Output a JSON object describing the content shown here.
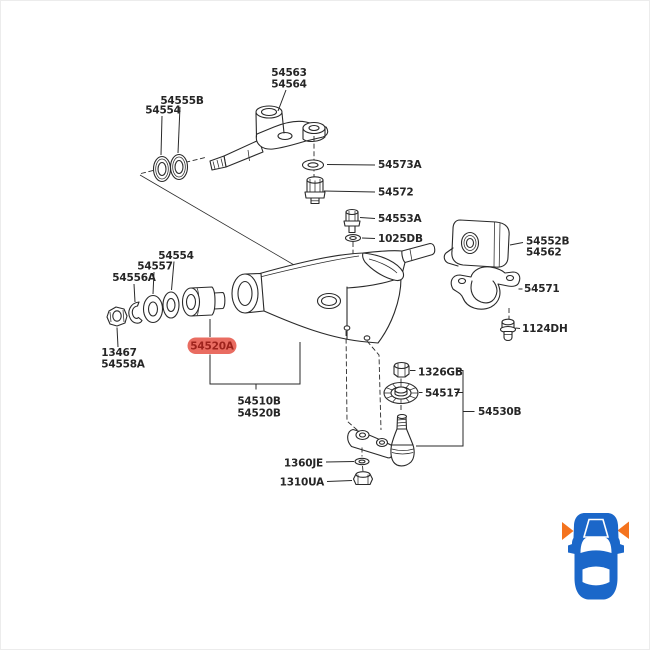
{
  "diagram": {
    "type": "exploded-parts-diagram",
    "subject": "front suspension lower control arm",
    "highlighted_part": "54520A",
    "colors": {
      "line": "#2a2a2a",
      "background": "#ffffff",
      "highlight_fill": "#e96c61",
      "highlight_text": "#9e231c"
    },
    "labels": {
      "p54563": "54563",
      "p54564": "54564",
      "p54555B": "54555B",
      "p54554_top": "54554",
      "p54573A": "54573A",
      "p54572": "54572",
      "p54553A": "54553A",
      "p1025DB": "1025DB",
      "p54552B": "54552B",
      "p54562": "54562",
      "p54571": "54571",
      "p1124DH": "1124DH",
      "p54554_left": "54554",
      "p54557": "54557",
      "p54556A": "54556A",
      "p13467": "13467",
      "p54558A": "54558A",
      "p54520A": "54520A",
      "p54510B": "54510B",
      "p54520B": "54520B",
      "p1326GB": "1326GB",
      "p54517": "54517",
      "p54530B": "54530B",
      "p1360JE": "1360JE",
      "p1310UA": "1310UA"
    }
  },
  "vehicle_indicator": {
    "view": "car-top-view",
    "highlight_location": "front-axle",
    "car_color": "#1b67c9",
    "arrow_color": "#f4731e"
  }
}
